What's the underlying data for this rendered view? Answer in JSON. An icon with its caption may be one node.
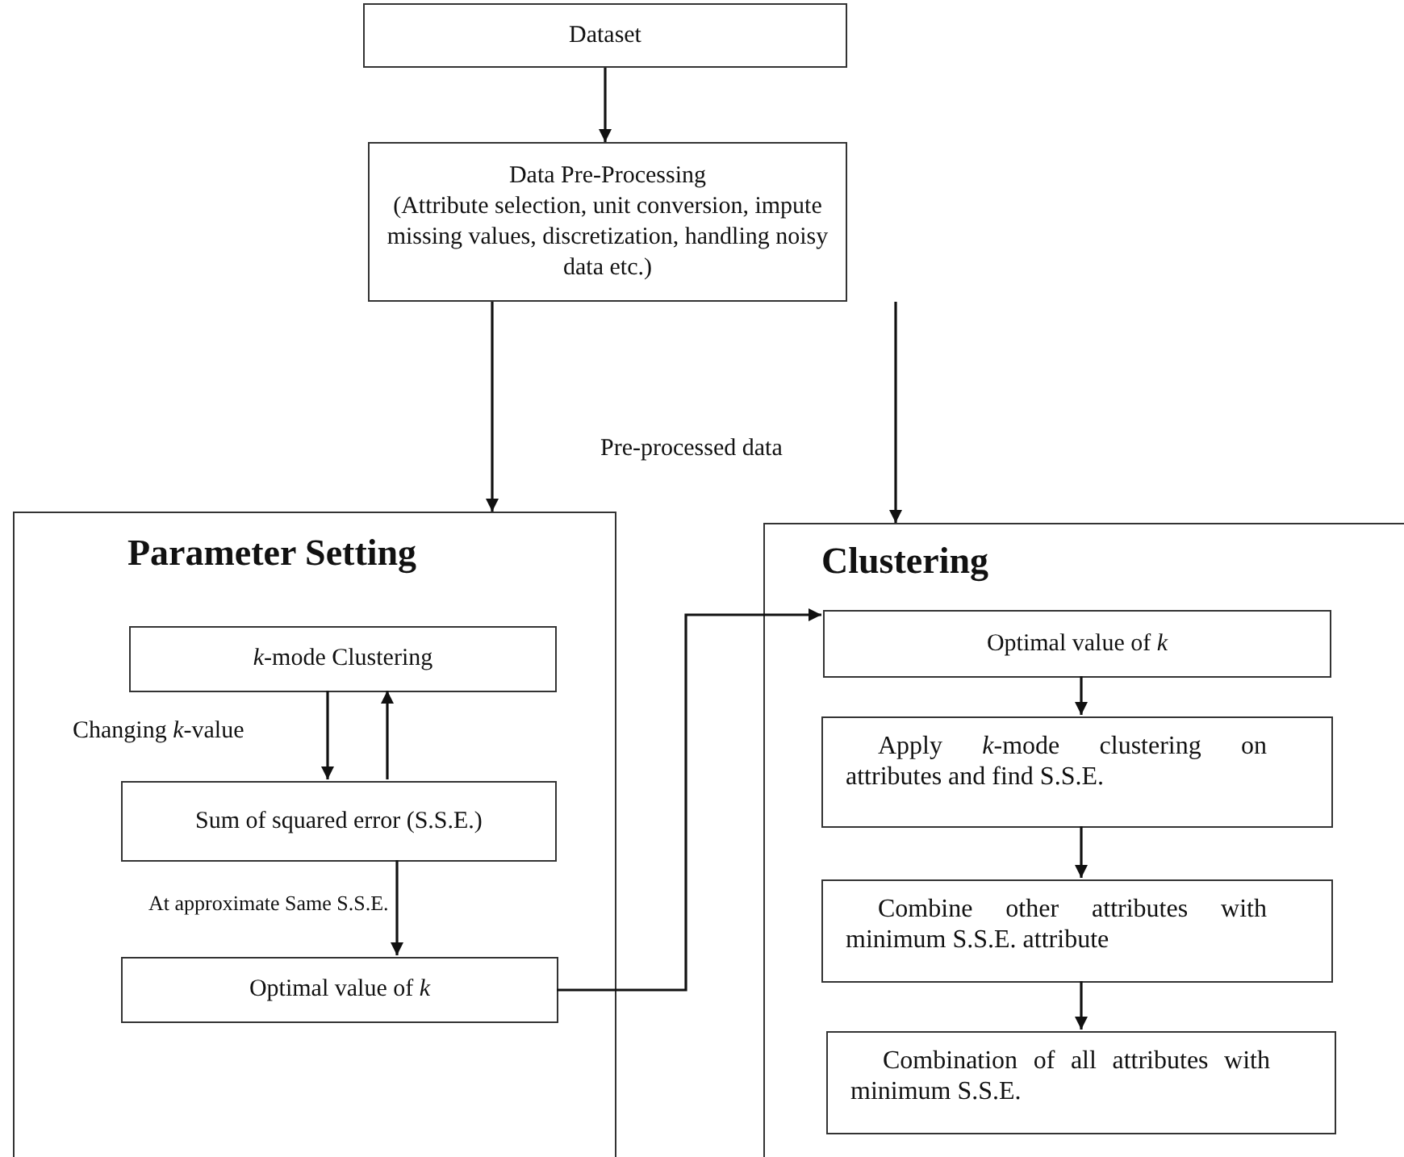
{
  "diagram": {
    "nodes": [
      {
        "text": [
          "Dataset"
        ]
      },
      {
        "text": [
          "Data Pre-Processing",
          "(Attribute selection,  unit conversion, impute missing values, discretization, handling noisy data etc.)"
        ]
      },
      {
        "text": [
          "Parameter Setting"
        ]
      },
      {
        "text": [
          "*k*-mode Clustering"
        ],
        "in": 2
      },
      {
        "text": [
          "Sum of squared error (S.S.E.)"
        ],
        "in": 2
      },
      {
        "text": [
          "Optimal value of *k*"
        ],
        "in": 2
      },
      {
        "text": [
          "Clustering"
        ]
      },
      {
        "text": [
          "Optimal value of *k*"
        ],
        "in": 6
      },
      {
        "text": [
          "Apply *k*-mode clustering on attributes and find S.S.E."
        ],
        "in": 6
      },
      {
        "text": [
          "Combine other attributes with minimum S.S.E. attribute"
        ],
        "in": 6
      },
      {
        "text": [
          "Combination of all attributes with minimum S.S.E."
        ],
        "in": 6
      }
    ],
    "edges": [
      {
        "from": 0,
        "to": 1,
        "arrow": "to"
      },
      {
        "from": 1,
        "to": 2,
        "arrow": "to"
      },
      {
        "from": 1,
        "to": 6,
        "arrow": "to",
        "label": "Pre-processed data"
      },
      {
        "from": 3,
        "to": 4,
        "arrow": "to",
        "label": "Changing *k*-value"
      },
      {
        "from": 4,
        "to": 3,
        "arrow": "to"
      },
      {
        "from": 4,
        "to": 5,
        "arrow": "to",
        "label": "At approximate Same S.S.E."
      },
      {
        "from": 5,
        "to": 7,
        "arrow": "to"
      },
      {
        "from": 7,
        "to": 8,
        "arrow": "to"
      },
      {
        "from": 8,
        "to": 9,
        "arrow": "to"
      },
      {
        "from": 9,
        "to": 10,
        "arrow": "to"
      }
    ]
  }
}
